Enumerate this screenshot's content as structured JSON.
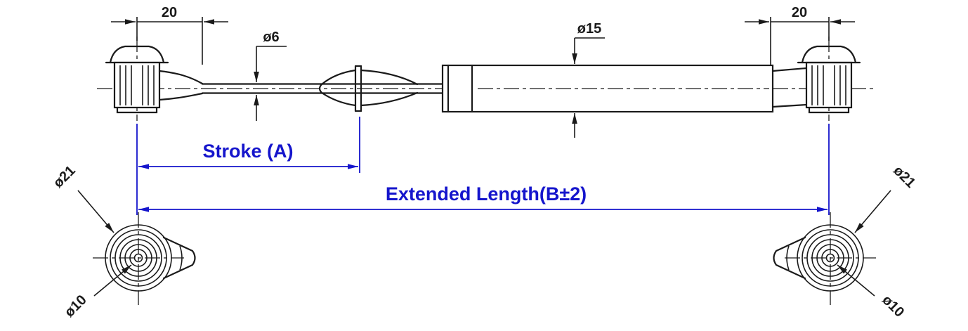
{
  "drawing": {
    "type": "gas-spring-dimension-drawing",
    "dimension_accent_color": "#1515cc",
    "line_color": "#1a1a1a"
  },
  "dimensions": {
    "left_fitting_length": "20",
    "right_fitting_length": "20",
    "rod_diameter": "ø6",
    "tube_diameter": "ø15",
    "stroke_label": "Stroke (A)",
    "extended_length_label": "Extended Length(B±2)"
  },
  "left_end_view": {
    "outer_diameter": "ø21",
    "inner_diameter": "ø10"
  },
  "right_end_view": {
    "outer_diameter": "ø21",
    "inner_diameter": "ø10"
  }
}
